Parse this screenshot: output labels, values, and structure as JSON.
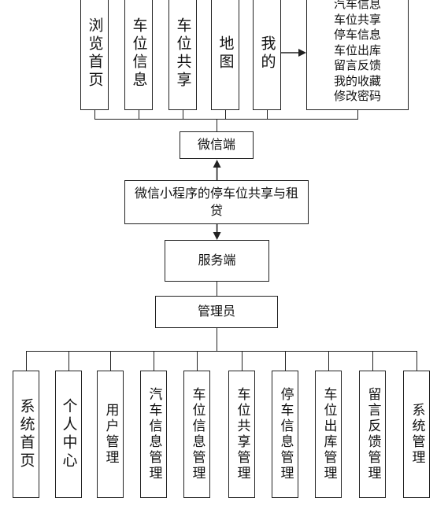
{
  "wechat_client": {
    "label": "微信端",
    "modules": [
      {
        "label": "浏览首页"
      },
      {
        "label": "车位信息"
      },
      {
        "label": "车位共享"
      },
      {
        "label": "地图"
      },
      {
        "label": "我的"
      }
    ],
    "my_menu_items": [
      "汽车信息",
      "车位共享",
      "停车信息",
      "车位出库",
      "留言反馈",
      "我的收藏",
      "修改密码"
    ]
  },
  "system": {
    "label": "微信小程序的停车位共享与租贷"
  },
  "server": {
    "label": "服务端"
  },
  "admin": {
    "label": "管理员",
    "modules": [
      {
        "label": "系统首页"
      },
      {
        "label": "个人中心"
      },
      {
        "label": "用户管理"
      },
      {
        "label": "汽车信息管理"
      },
      {
        "label": "车位信息管理"
      },
      {
        "label": "车位共享管理"
      },
      {
        "label": "停车信息管理"
      },
      {
        "label": "车位出库管理"
      },
      {
        "label": "留言反馈管理"
      },
      {
        "label": "系统管理"
      }
    ]
  }
}
